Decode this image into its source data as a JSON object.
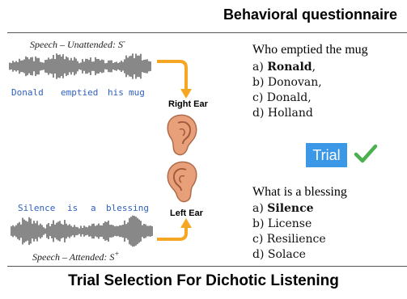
{
  "header": {
    "title": "Behavioral questionnaire"
  },
  "stimulus": {
    "unattended": {
      "label": "Speech – Unattended: S",
      "label_sup": "-",
      "words": [
        "Donald",
        "emptied",
        "his",
        "mug"
      ],
      "ear": "Right Ear"
    },
    "attended": {
      "label": "Speech – Attended: S",
      "label_sup": "+",
      "words": [
        "Silence",
        "is",
        "a",
        "blessing"
      ],
      "ear": "Left Ear"
    },
    "colors": {
      "words": "#2f5fbf",
      "arrow": "#f5a623",
      "waveform": "#111111",
      "ear": "#e8a07a"
    }
  },
  "question1": {
    "prompt": "Who emptied the mug",
    "options": [
      {
        "letter": "a)",
        "text": "Ronald",
        "suffix": ",",
        "bold": true
      },
      {
        "letter": "b)",
        "text": "Donovan,",
        "suffix": "",
        "bold": false
      },
      {
        "letter": "c)",
        "text": "Donald,",
        "suffix": "",
        "bold": false
      },
      {
        "letter": "d)",
        "text": "Holland",
        "suffix": "",
        "bold": false
      }
    ]
  },
  "trial": {
    "label": "Trial",
    "status_icon": "check-icon",
    "badge_color": "#3a98e6",
    "check_color": "#4caf50"
  },
  "question2": {
    "prompt": "What is a blessing",
    "options": [
      {
        "letter": "a)",
        "text": "Silence",
        "bold": true
      },
      {
        "letter": "b)",
        "text": "License",
        "bold": false
      },
      {
        "letter": "c)",
        "text": "Resilience",
        "bold": false
      },
      {
        "letter": "d)",
        "text": "Solace",
        "bold": false
      }
    ]
  },
  "caption": "Trial Selection For Dichotic Listening"
}
